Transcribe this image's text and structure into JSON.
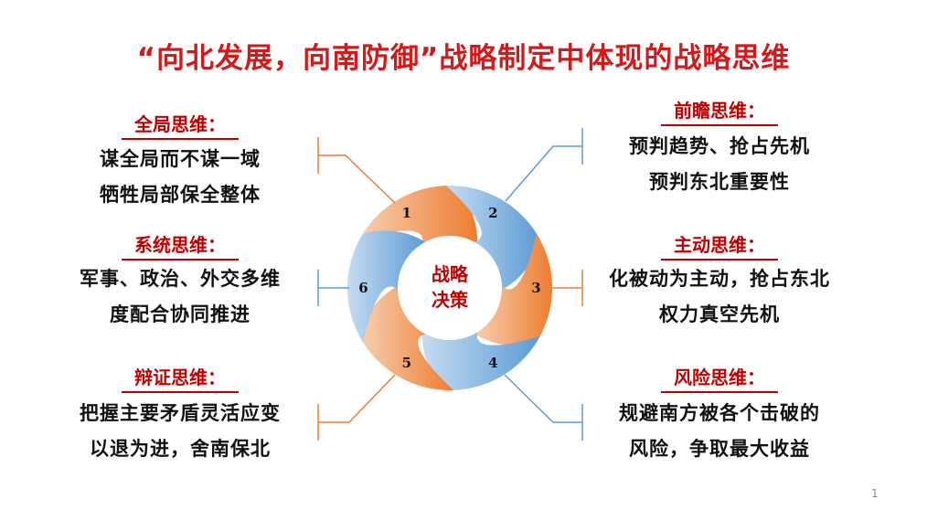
{
  "title": "“向北发展，向南防御”战略制定中体现的战略思维",
  "center_label": [
    "战略",
    "决策"
  ],
  "segments": [
    "1",
    "2",
    "3",
    "4",
    "5",
    "6"
  ],
  "colors": {
    "orange": "#ed7d31",
    "blue": "#5b9bd5",
    "red": "#c00000"
  },
  "left": [
    {
      "heading": "全局思维：",
      "lines": [
        "谋全局而不谋一域",
        "牺牲局部保全整体"
      ]
    },
    {
      "heading": "系统思维：",
      "lines": [
        "军事、政治、外交多维",
        "度配合协同推进"
      ]
    },
    {
      "heading": "辩证思维：",
      "lines": [
        "把握主要矛盾灵活应变",
        "以退为进，舍南保北"
      ]
    }
  ],
  "right": [
    {
      "heading": "前瞻思维：",
      "lines": [
        "预判趋势、抢占先机",
        "预判东北重要性"
      ]
    },
    {
      "heading": "主动思维：",
      "lines": [
        "化被动为主动，抢占东北",
        "权力真空先机"
      ]
    },
    {
      "heading": "风险思维：",
      "lines": [
        "规避南方被各个击破的",
        "风险，争取最大收益"
      ]
    }
  ],
  "page_number": "1"
}
